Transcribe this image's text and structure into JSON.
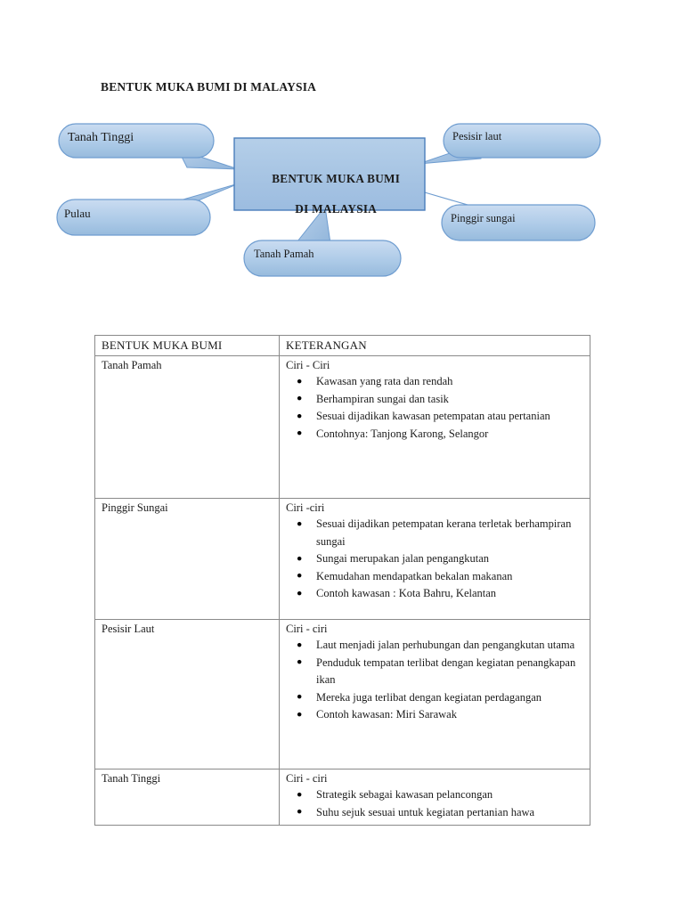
{
  "document": {
    "title": "BENTUK MUKA BUMI DI MALAYSIA"
  },
  "diagram": {
    "center": {
      "line1": "BENTUK MUKA BUMI",
      "line2": "DI MALAYSIA",
      "fill": "#a9c6e4",
      "border": "#4a7ebb"
    },
    "bubble_fill_top": "#c3d8ef",
    "bubble_fill_bottom": "#9dbfe0",
    "bubble_border": "#6f9dd0",
    "nodes": [
      {
        "id": "tanah-tinggi",
        "label": "Tanah Tinggi"
      },
      {
        "id": "pulau",
        "label": "Pulau"
      },
      {
        "id": "tanah-pamah",
        "label": "Tanah Pamah"
      },
      {
        "id": "pesisir-laut",
        "label": "Pesisir laut"
      },
      {
        "id": "pinggir-sungai",
        "label": "Pinggir sungai"
      }
    ]
  },
  "table": {
    "headers": [
      "BENTUK MUKA BUMI",
      "KETERANGAN"
    ],
    "rows": [
      {
        "category": "Tanah Pamah",
        "ciri_heading": "Ciri - Ciri",
        "items": [
          "Kawasan yang rata dan rendah",
          "Berhampiran sungai dan tasik",
          "Sesuai dijadikan kawasan petempatan atau pertanian",
          "Contohnya: Tanjong Karong, Selangor"
        ]
      },
      {
        "category": "Pinggir Sungai",
        "ciri_heading": "Ciri -ciri",
        "items": [
          "Sesuai dijadikan petempatan kerana terletak berhampiran sungai",
          "Sungai merupakan jalan pengangkutan",
          "Kemudahan mendapatkan bekalan makanan",
          "Contoh kawasan : Kota Bahru, Kelantan"
        ]
      },
      {
        "category": "Pesisir Laut",
        "ciri_heading": "Ciri - ciri",
        "items": [
          "Laut menjadi jalan perhubungan dan pengangkutan utama",
          "Penduduk tempatan terlibat dengan kegiatan penangkapan ikan",
          "Mereka juga terlibat dengan kegiatan perdagangan",
          "Contoh kawasan: Miri Sarawak"
        ]
      },
      {
        "category": "Tanah Tinggi",
        "ciri_heading": "Ciri - ciri",
        "items": [
          "Strategik sebagai kawasan pelancongan",
          "Suhu sejuk sesuai untuk kegiatan pertanian hawa"
        ]
      }
    ]
  }
}
